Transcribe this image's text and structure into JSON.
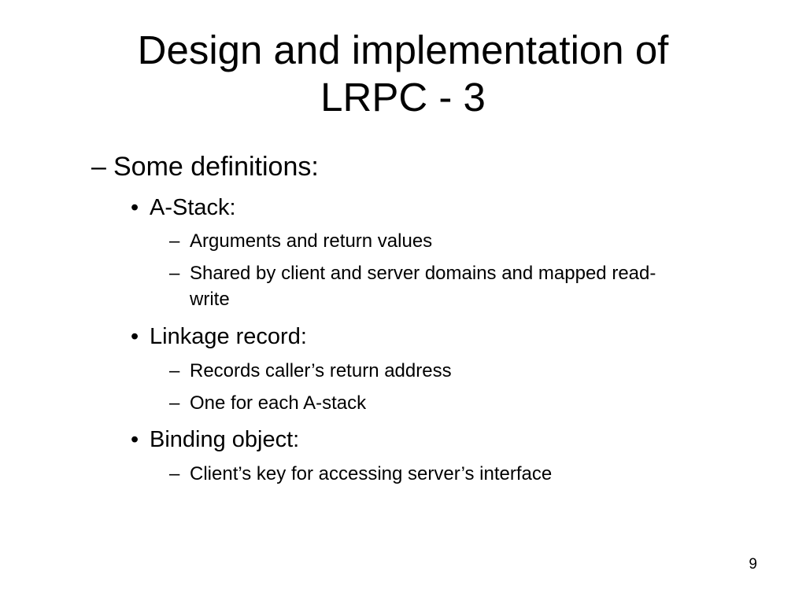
{
  "slide": {
    "title_line1": "Design and implementation of",
    "title_line2": "LRPC - 3",
    "bullets": {
      "l1_marker": "–",
      "l2_marker": "•",
      "l3_marker": "–"
    },
    "heading": "Some definitions:",
    "astack": {
      "label": "A-Stack:",
      "sub1": "Arguments and return values",
      "sub2_line1": "Shared by client and server domains and mapped read-",
      "sub2_line2": "write"
    },
    "linkage": {
      "label": "Linkage record:",
      "sub1": "Records caller’s return address",
      "sub2": "One for each A-stack"
    },
    "binding": {
      "label": "Binding object:",
      "sub1": "Client’s key for accessing server’s interface"
    },
    "page_number": "9"
  }
}
